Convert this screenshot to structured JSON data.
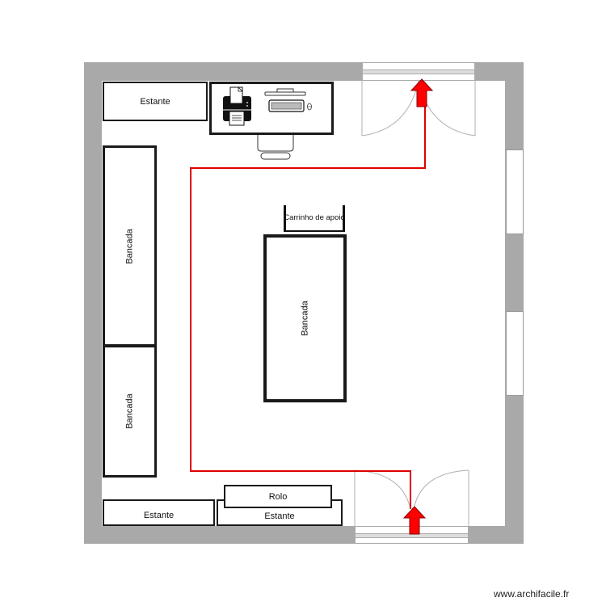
{
  "plan": {
    "walls_color": "#a9a9a9",
    "path_color": "#e00000",
    "arrow_color": "#ff0000"
  },
  "furniture": {
    "estante_top": "Estante",
    "bancada_left_upper": "Bancada",
    "bancada_left_lower": "Bancada",
    "bancada_center": "Bancada",
    "carrinho": "Carrinho de apoio",
    "rolo": "Rolo",
    "estante_bottom_left": "Estante",
    "estante_bottom_right": "Estante"
  },
  "desk": {
    "icons": [
      "printer-icon",
      "monitor-icon",
      "keyboard-icon",
      "mouse-icon",
      "chair-icon"
    ]
  },
  "doors": {
    "top": "double-door-top",
    "bottom": "double-door-bottom"
  },
  "watermark": "www.archifacile.fr"
}
